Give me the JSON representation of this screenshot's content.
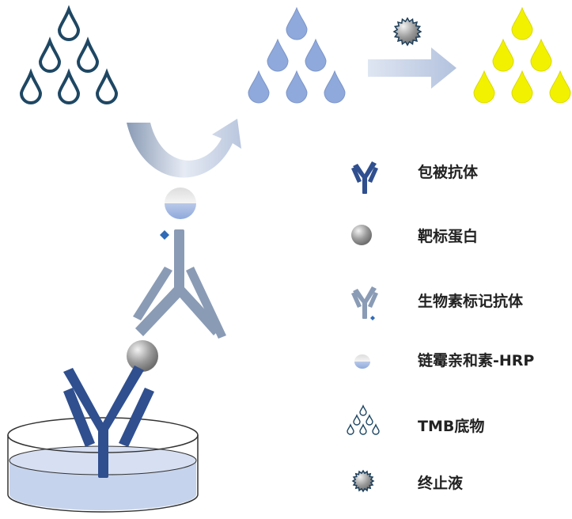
{
  "legend": {
    "coating_antibody": "包被抗体",
    "target_protein": "靶标蛋白",
    "biotin_antibody": "生物素标记抗体",
    "streptavidin_hrp": "链霉亲和素-HRP",
    "tmb_substrate": "TMB底物",
    "stop_solution": "终止液"
  },
  "colors": {
    "antibody_dark": "#2f4f8f",
    "antibody_gray": "#8a9bb5",
    "substrate_outline": "#1e4763",
    "substrate_blue": "#8fa9dc",
    "product_yellow": "#f2f200",
    "plate_fill": "#c6d3ec",
    "arrow_light": "#c5d0e6"
  },
  "icons": {
    "coating_antibody": "coating-antibody-icon",
    "target_protein": "target-protein-icon",
    "biotin_antibody": "biotin-antibody-icon",
    "streptavidin_hrp": "streptavidin-hrp-icon",
    "tmb_substrate": "tmb-drops-icon",
    "stop_solution": "stop-solution-icon"
  }
}
